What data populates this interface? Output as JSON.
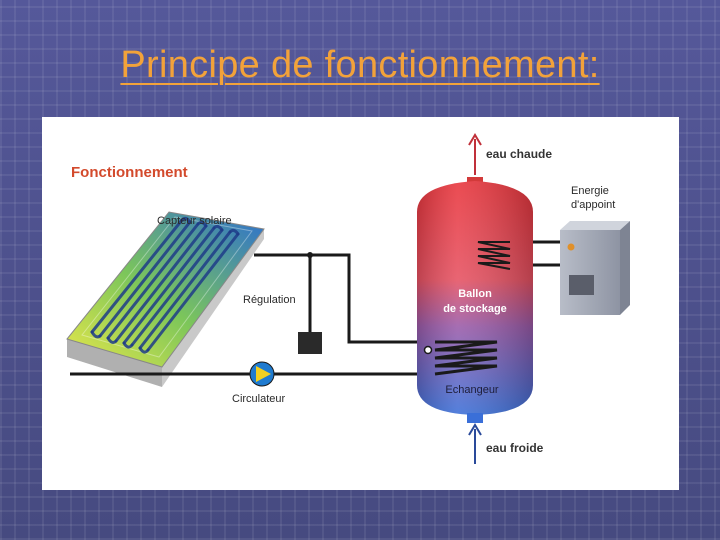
{
  "slide": {
    "title": "Principe de fonctionnement:"
  },
  "diagram": {
    "heading": "Fonctionnement",
    "labels": {
      "solar_collector": "Capteur solaire",
      "regulation": "Régulation",
      "circulator": "Circulateur",
      "hot_water": "eau chaude",
      "cold_water": "eau froide",
      "energy_line1": "Energie",
      "energy_line2": "d'appoint",
      "tank_line1": "Ballon",
      "tank_line2": "de stockage",
      "exchanger": "Echangeur"
    },
    "colors": {
      "title": "#f2a23a",
      "heading": "#d34a2c",
      "tank_hot": "#e8333a",
      "tank_cold": "#3a6fd8",
      "arrow": "#c0303a",
      "pipe": "#1a1a1a"
    },
    "icons": [
      "solar-panel-icon",
      "controller-box-icon",
      "pump-icon",
      "heater-box-icon",
      "coil-icon",
      "arrow-up-icon"
    ]
  }
}
